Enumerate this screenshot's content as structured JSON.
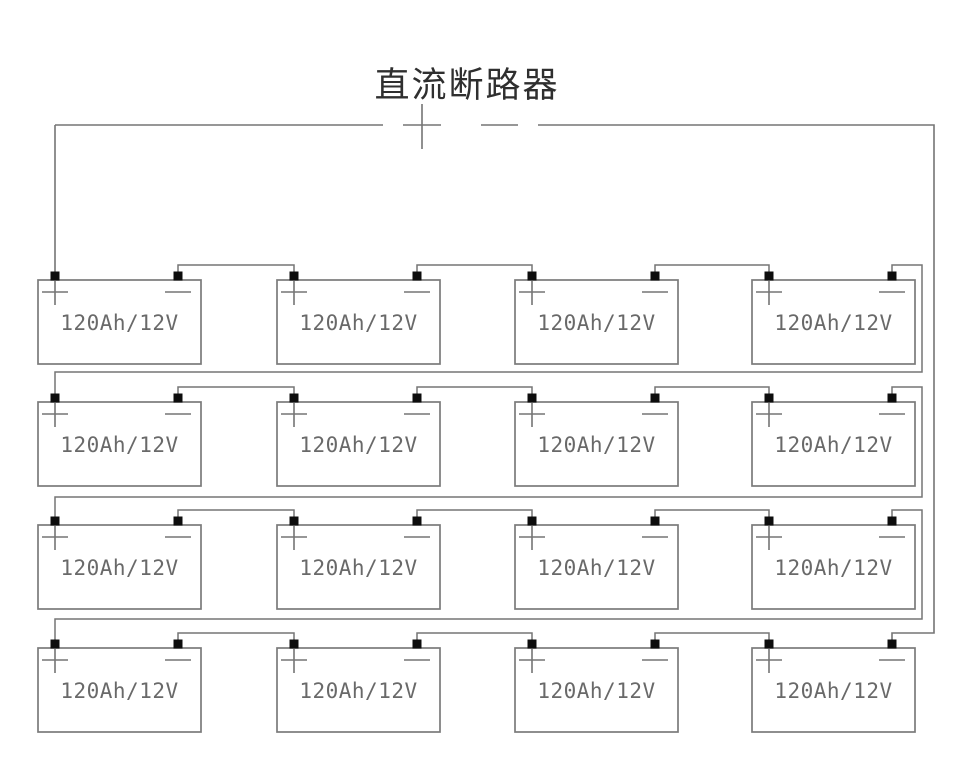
{
  "breaker_label": "直流断路器",
  "battery": {
    "label": "120Ah/12V",
    "positive_mark": "+",
    "negative_mark": "−"
  },
  "grid": {
    "rows": 4,
    "columns": 4,
    "total_batteries": 16
  },
  "colors": {
    "wire": "#757575",
    "battery_outline": "#7a7a7a",
    "terminal": "#0d0d0d",
    "battery_label": "#696969",
    "title": "#2f2f2f",
    "background": "#ffffff"
  }
}
